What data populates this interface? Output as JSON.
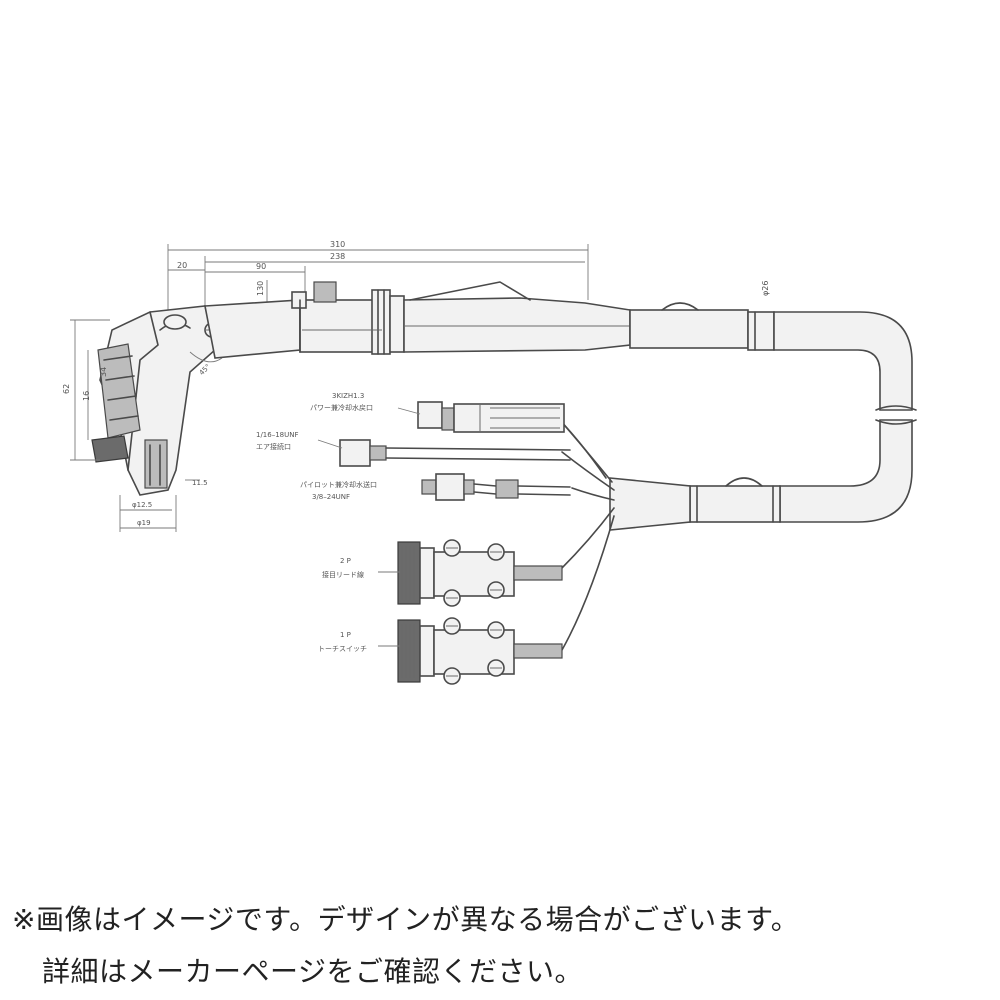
{
  "dimensions": {
    "overall": "310",
    "body": "238",
    "tip_offset": "20",
    "handle": "90",
    "height_a": "130",
    "height_b": "φ26",
    "nozzle_small": "φ12.5",
    "nozzle_large": "φ19",
    "side_a": "62",
    "side_b": "34",
    "side_c": "16",
    "angle": "45°"
  },
  "callouts": {
    "power_label_1": "3KIZH1.3",
    "power_label_2": "パワー兼冷却水戻口",
    "air_label_1": "1/16–18UNF",
    "air_label_2": "エア接続口",
    "pilot_label_1": "パイロット兼冷却水送口",
    "pilot_label_2": "3/8–24UNF",
    "pilot_lead_pin": "2 P",
    "pilot_lead": "接目リード線",
    "torch_switch_pin": "1 P",
    "torch_switch": "トーチスイッチ"
  },
  "notice": {
    "line1": "※画像はイメージです。デザインが異なる場合がございます。",
    "line2": "詳細はメーカーページをご確認ください。"
  }
}
